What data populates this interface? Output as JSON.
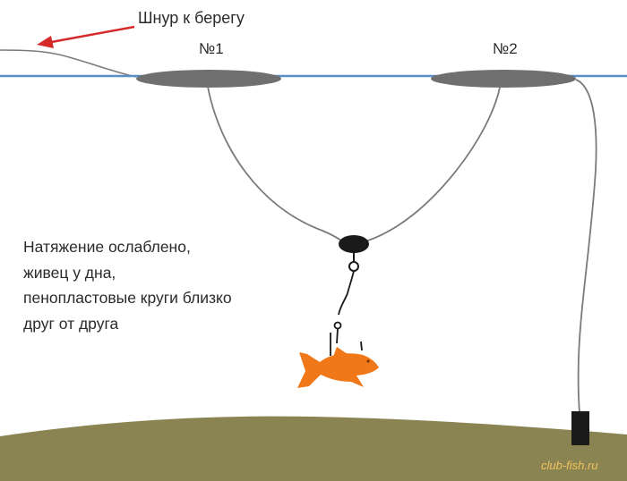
{
  "labels": {
    "shore_line": "Шнур к берегу",
    "float_1": "№1",
    "float_2": "№2"
  },
  "caption_lines": [
    "Натяжение ослаблено,",
    "живец у дна,",
    "пенопластовые круги близко",
    "друг от друга"
  ],
  "watermark": "club-fish.ru",
  "colors": {
    "water_line": "#5a8ec4",
    "float_disc": "#6f6f6f",
    "fishing_line": "#7a7a7a",
    "arrow": "#d62a2a",
    "bottom_ground": "#8a8453",
    "sinker": "#1a1a1a",
    "fish": "#f07818",
    "watermark": "#f0c35a"
  },
  "icons": {
    "arrow": "red-arrow-icon",
    "fish": "fish-icon",
    "sinker": "sinker-icon"
  }
}
